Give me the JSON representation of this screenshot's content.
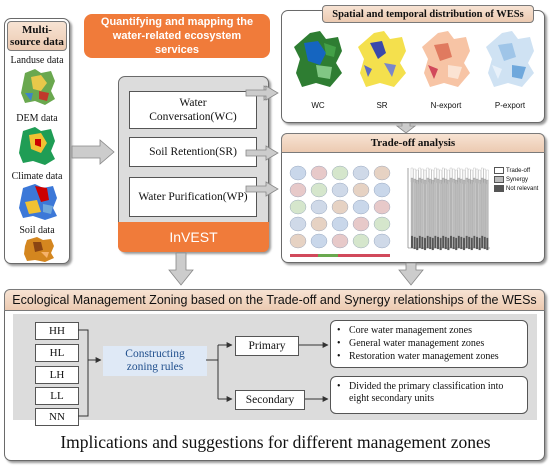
{
  "title": "Quantifying and mapping the water-related ecosystem services",
  "colors": {
    "accent_orange": "#f07b3a",
    "header_peach": "#f3d9c6",
    "panel_gray": "#dcdcdc",
    "box_blue": "#dfe9f6",
    "arrow_gray": "#c8c8c8"
  },
  "data_sources": {
    "header": "Multi-source data",
    "items": [
      "Landuse data",
      "DEM data",
      "Climate data",
      "Soil data"
    ]
  },
  "invest": {
    "label": "InVEST",
    "models": [
      "Water Conversation(WC)",
      "Soil Retention(SR)",
      "Water Purification(WP)"
    ]
  },
  "spatial": {
    "title": "Spatial and temporal distribution of WESs",
    "maps": [
      "WC",
      "SR",
      "N-export",
      "P-export"
    ]
  },
  "tradeoff": {
    "title": "Trade-off analysis",
    "legend": [
      "Trade-off",
      "Synergy",
      "Not relevant"
    ]
  },
  "zoning": {
    "title": "Ecological Management Zoning based on the Trade-off and Synergy relationships of the WESs",
    "codes": [
      "HH",
      "HL",
      "LH",
      "LL",
      "NN"
    ],
    "rules_label": "Constructing zoning rules",
    "primary_label": "Primary",
    "secondary_label": "Secondary",
    "primary_items": [
      "Core water management zones",
      "General water management zones",
      "Restoration water management zones"
    ],
    "secondary_text": "Divided the primary classification into eight secondary units"
  },
  "implications": "Implications and suggestions for different management zones"
}
